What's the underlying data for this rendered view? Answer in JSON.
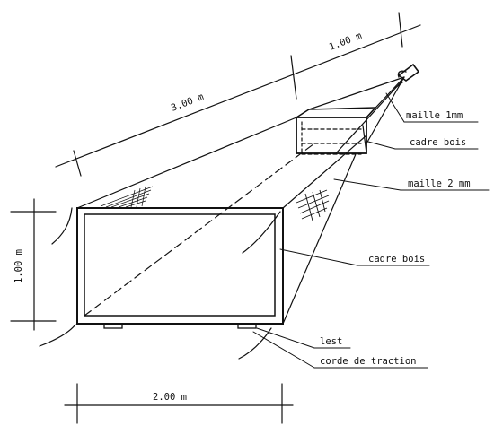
{
  "dimensions": {
    "top_left": "3.00 m",
    "top_right": "1.00 m",
    "height": "1.00 m",
    "width": "2.00 m"
  },
  "labels": {
    "maille_1mm": "maille 1mm",
    "cadre_bois_small": "cadre bois",
    "maille_2mm": "maille 2 mm",
    "cadre_bois_large": "cadre bois",
    "lest": "lest",
    "corde": "corde de traction"
  },
  "colors": {
    "ink": "#111111",
    "paper": "#ffffff"
  }
}
